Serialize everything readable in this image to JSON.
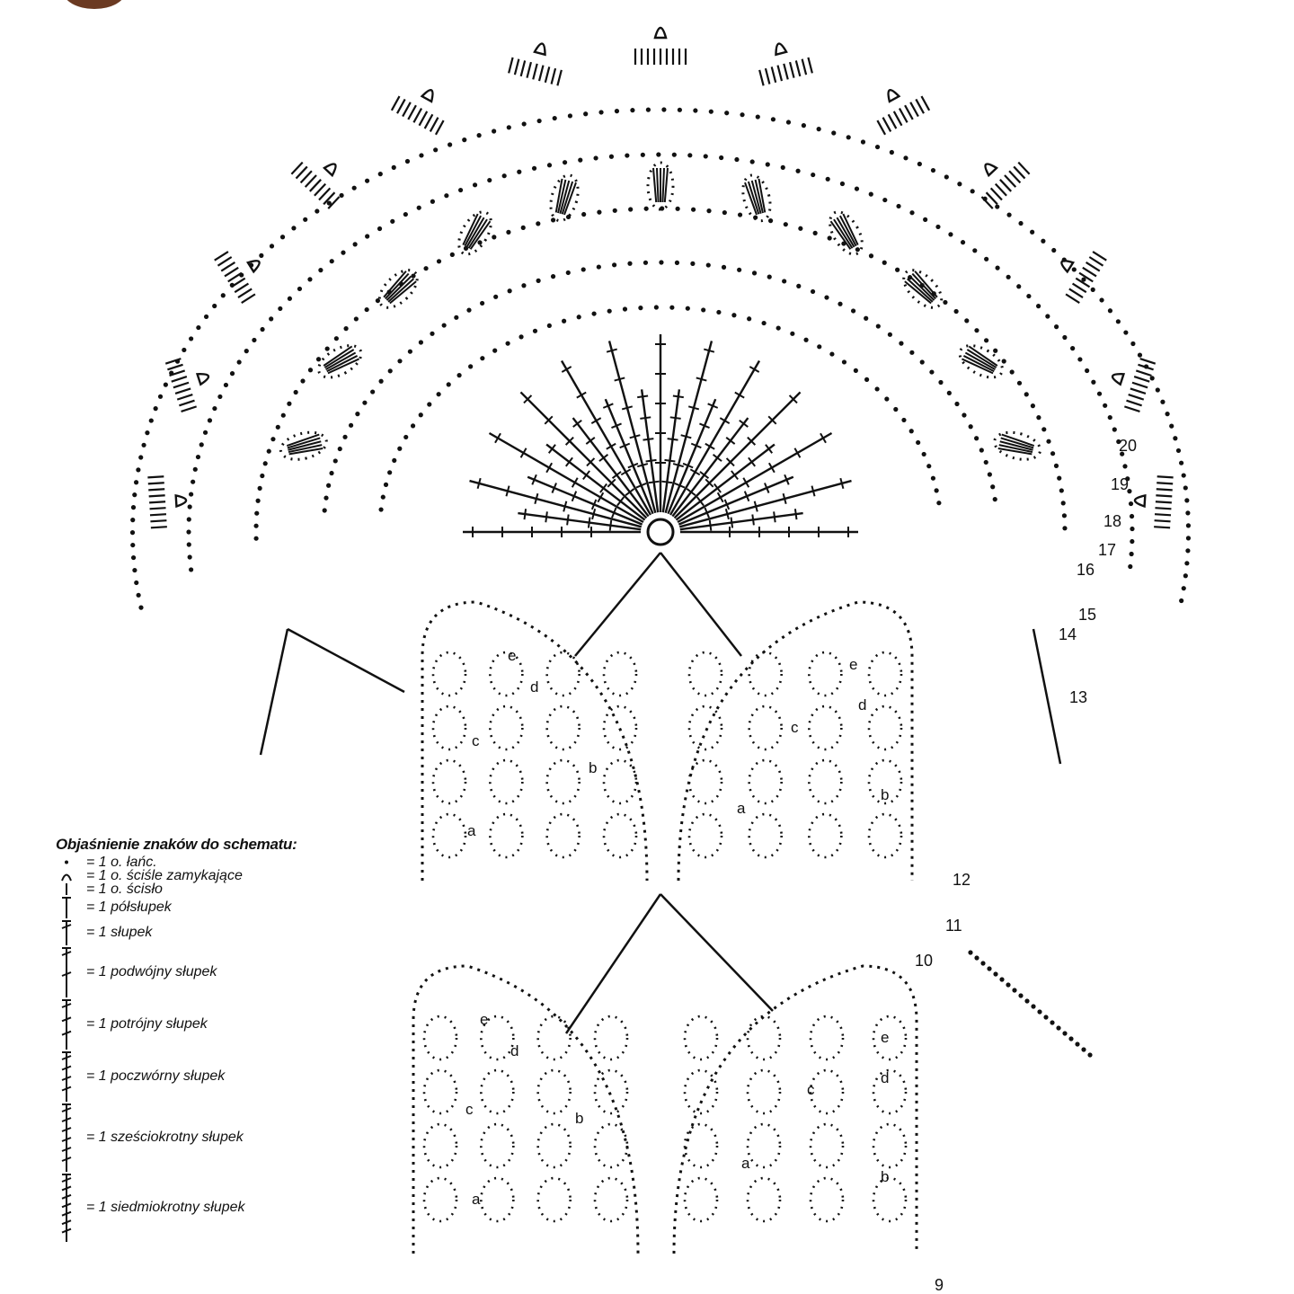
{
  "legend": {
    "title": "Objaśnienie znaków do schematu:",
    "items": [
      {
        "symbol": "dot",
        "label": "= 1 o. łańc."
      },
      {
        "symbol": "arc",
        "label": "= 1 o. ściśle zamykające"
      },
      {
        "symbol": "bar",
        "label": "= 1 o. ścisło"
      },
      {
        "symbol": "t-bar",
        "label": "= 1 półsłupek"
      },
      {
        "symbol": "cross-1",
        "label": "= 1 słupek"
      },
      {
        "symbol": "cross-2",
        "label": "= 1 podwójny słupek"
      },
      {
        "symbol": "cross-3",
        "label": "= 1 potrójny słupek"
      },
      {
        "symbol": "cross-4",
        "label": "= 1 poczwórny słupek"
      },
      {
        "symbol": "cross-6",
        "label": "= 1 sześciokrotny słupek"
      },
      {
        "symbol": "cross-7",
        "label": "= 1 siedmiokrotny słupek"
      }
    ]
  },
  "row_numbers": [
    "20",
    "19",
    "18",
    "17",
    "16",
    "15",
    "14",
    "13",
    "12",
    "11",
    "10",
    "9"
  ],
  "motif_letters": [
    "a",
    "b",
    "c",
    "d",
    "e"
  ],
  "colors": {
    "ink": "#111111",
    "paper": "#ffffff",
    "corner": "#6b3a22"
  }
}
